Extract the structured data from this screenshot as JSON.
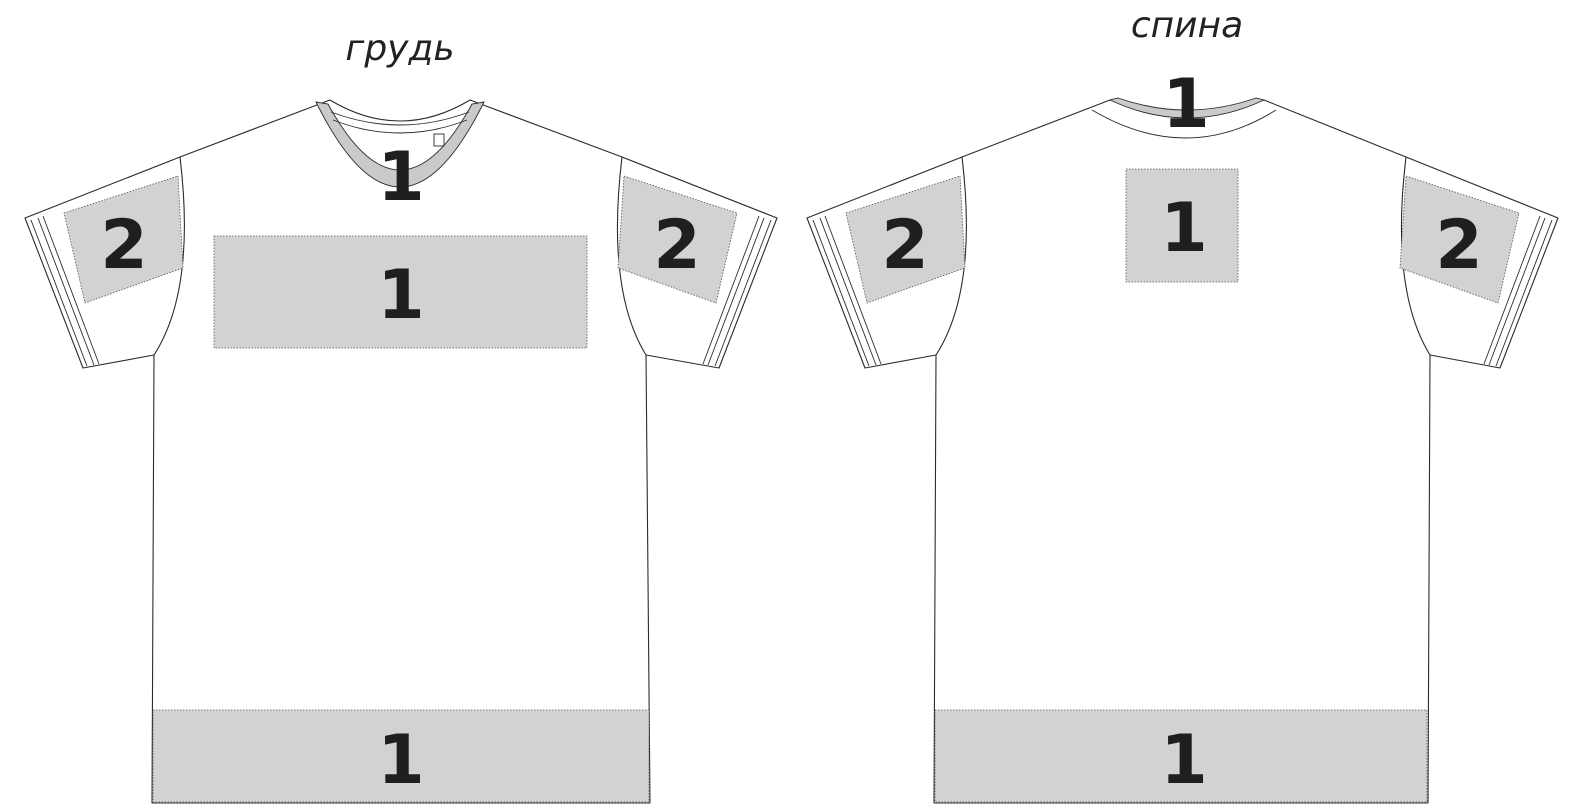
{
  "views": {
    "front": {
      "title": "грудь",
      "zone_labels": {
        "collar": "1",
        "chest": "1",
        "left_sleeve": "2",
        "right_sleeve": "2",
        "hem": "1"
      }
    },
    "back": {
      "title": "спина",
      "zone_labels": {
        "collar": "1",
        "upper_back": "1",
        "left_sleeve": "2",
        "right_sleeve": "2",
        "hem": "1"
      }
    }
  },
  "colors": {
    "print_zone": "#d1d2d4",
    "outline": "#2b2b2b",
    "label": "#1f1f1f"
  }
}
